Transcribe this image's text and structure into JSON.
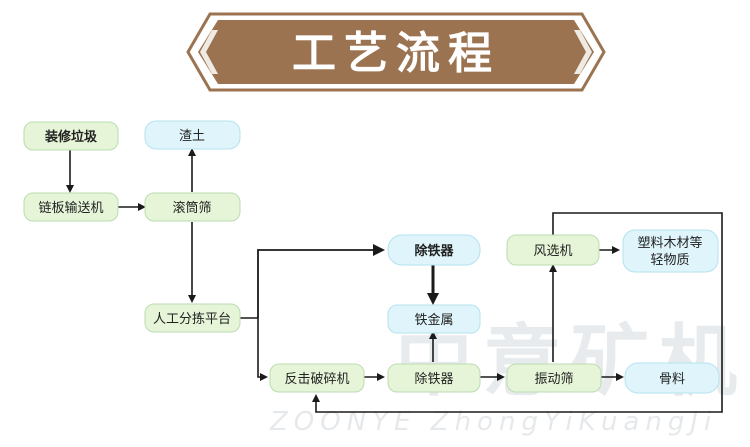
{
  "title": "工艺流程",
  "watermark": {
    "brand": "中意矿机",
    "latin": "ZOONYE  ZhongYiKuangJi"
  },
  "colors": {
    "banner": "#9b7350",
    "banner_dark": "#7a5534",
    "green_node": "#e6f5d8",
    "cyan_node": "#dff5fb",
    "line": "#1a1a1a"
  },
  "nodes": {
    "zhuangxiu": "装修垃圾",
    "zhatu": "渣土",
    "lianban": "链板输送机",
    "guntong": "滚筒筛",
    "rengong": "人工分拣平台",
    "chutie_top": "除铁器",
    "tiejinshu": "铁金属",
    "fengxuan": "风选机",
    "suliao": [
      "塑料木材等",
      "轻物质"
    ],
    "fanji": "反击破碎机",
    "chutie_mid": "除铁器",
    "zhendong": "振动筛",
    "guliao": "骨料"
  }
}
